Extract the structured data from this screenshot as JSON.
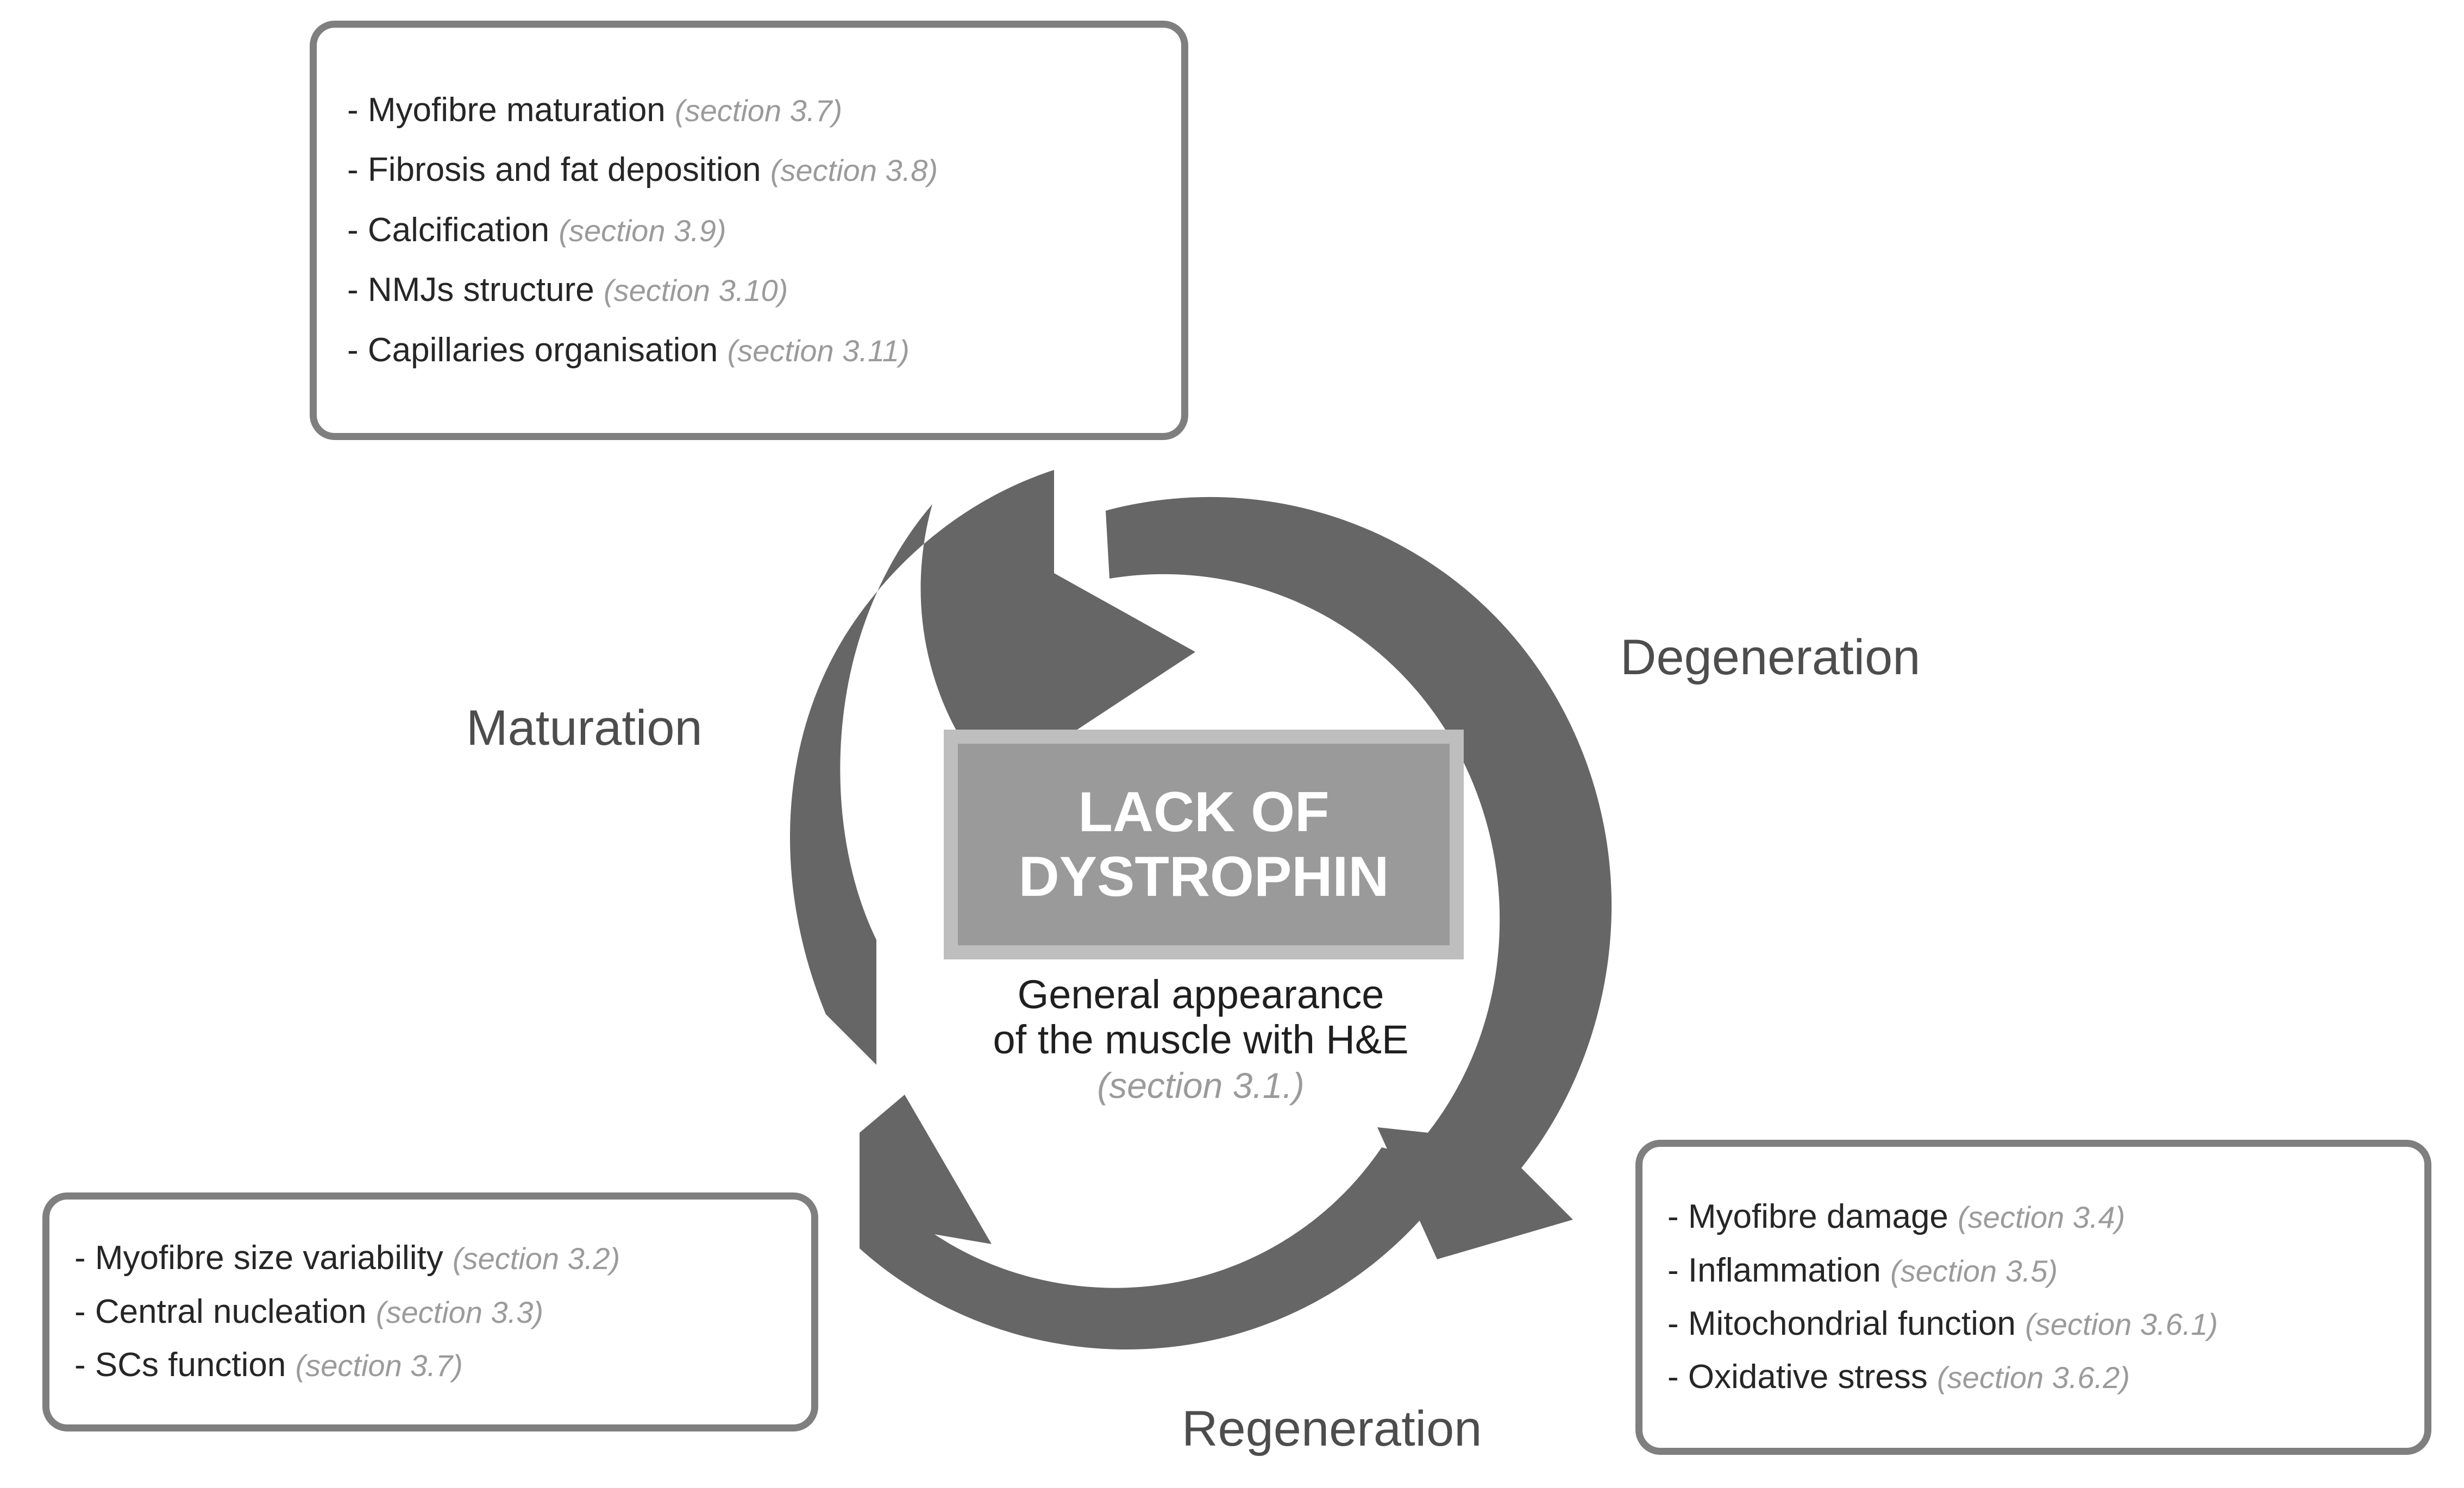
{
  "colors": {
    "arrow_gray": "#666666",
    "box_border_gray": "#7f7f7f",
    "plaque_fill": "#9a9a9a",
    "plaque_border": "#bebebe",
    "label_gray": "#4d4d4d",
    "section_ref_gray": "#9b9b9b",
    "body_text": "#262626",
    "background": "#ffffff"
  },
  "center": {
    "plaque_title": "LACK OF\nDYSTROPHIN",
    "caption_line_1": "General appearance",
    "caption_line_2": "of the muscle with H&E",
    "caption_section": "(section 3.1.)"
  },
  "cycle_labels": {
    "maturation": "Maturation",
    "degeneration": "Degeneration",
    "regeneration": "Regeneration"
  },
  "boxes": {
    "maturation": {
      "name": "maturation-list",
      "items": [
        {
          "dash": "-",
          "text": "Myofibre maturation",
          "section": "(section 3.7)"
        },
        {
          "dash": "-",
          "text": "Fibrosis and fat deposition",
          "section": "(section 3.8)"
        },
        {
          "dash": "-",
          "text": "Calcification",
          "section": "(section 3.9)"
        },
        {
          "dash": "-",
          "text": "NMJs structure",
          "section": "(section 3.10)"
        },
        {
          "dash": "-",
          "text": "Capillaries organisation",
          "section": "(section 3.11)"
        }
      ]
    },
    "regeneration": {
      "name": "regeneration-list",
      "items": [
        {
          "dash": "-",
          "text": "Myofibre size variability",
          "section": "(section 3.2)"
        },
        {
          "dash": "-",
          "text": "Central nucleation",
          "section": "(section 3.3)"
        },
        {
          "dash": "-",
          "text": "SCs function",
          "section": "(section 3.7)"
        }
      ]
    },
    "degeneration": {
      "name": "degeneration-list",
      "items": [
        {
          "dash": "-",
          "text": "Myofibre damage",
          "section": "(section 3.4)"
        },
        {
          "dash": "-",
          "text": "Inflammation",
          "section": "(section 3.5)"
        },
        {
          "dash": "-",
          "text": "Mitochondrial function",
          "section": "(section 3.6.1)"
        },
        {
          "dash": "-",
          "text": "Oxidative stress",
          "section": "(section 3.6.2)"
        }
      ]
    }
  },
  "diagram": {
    "type": "cycle",
    "arrows": [
      {
        "id": "maturation-arrow",
        "label": "Maturation",
        "direction": "counterclockwise-left-to-top"
      },
      {
        "id": "degeneration-arrow",
        "label": "Degeneration",
        "direction": "clockwise-top-to-bottom-right"
      },
      {
        "id": "regeneration-arrow",
        "label": "Regeneration",
        "direction": "clockwise-bottom-right-to-left"
      }
    ]
  }
}
